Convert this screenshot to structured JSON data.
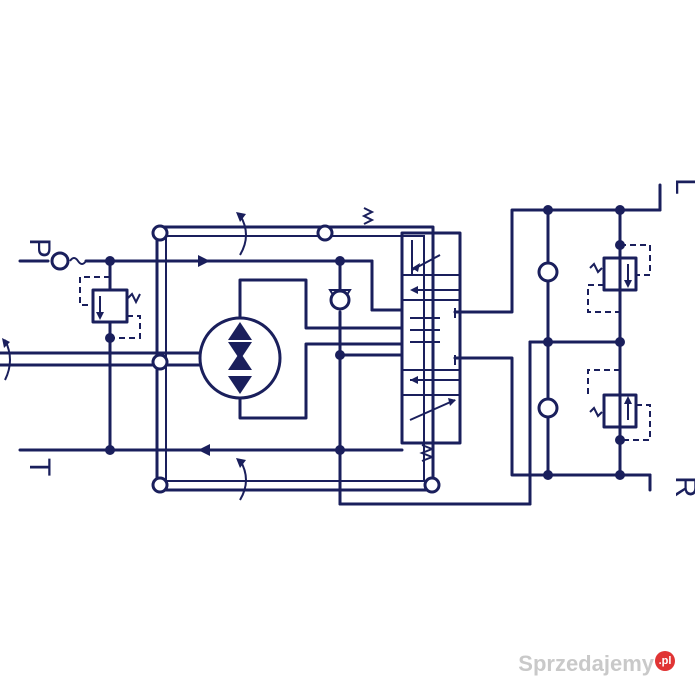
{
  "diagram": {
    "ports": {
      "p": "P",
      "t": "T",
      "l": "L",
      "r": "R"
    },
    "colors": {
      "line": "#1a1f5c",
      "background": "#ffffff"
    }
  },
  "watermark": {
    "text": "Sprzedajemy",
    "suffix": ".pl"
  }
}
